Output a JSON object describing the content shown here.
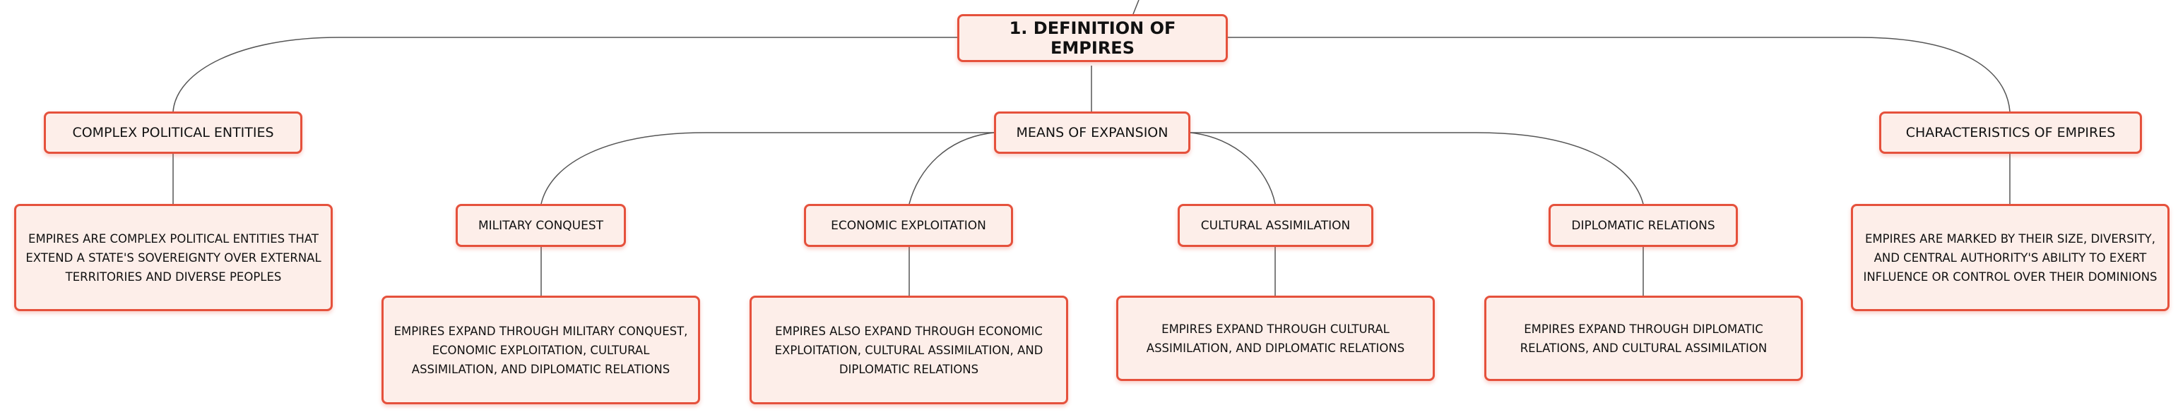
{
  "root": {
    "label": "1. DEFINITION OF EMPIRES"
  },
  "branches": {
    "complex": {
      "label": "COMPLEX POLITICAL ENTITIES",
      "detail": "EMPIRES ARE COMPLEX POLITICAL ENTITIES THAT EXTEND A STATE'S SOVEREIGNTY OVER EXTERNAL TERRITORIES AND DIVERSE PEOPLES"
    },
    "means": {
      "label": "MEANS OF EXPANSION",
      "children": [
        {
          "label": "MILITARY CONQUEST",
          "detail": "EMPIRES EXPAND THROUGH MILITARY CONQUEST, ECONOMIC EXPLOITATION, CULTURAL ASSIMILATION, AND DIPLOMATIC RELATIONS"
        },
        {
          "label": "ECONOMIC EXPLOITATION",
          "detail": "EMPIRES ALSO EXPAND THROUGH ECONOMIC EXPLOITATION, CULTURAL ASSIMILATION, AND DIPLOMATIC RELATIONS"
        },
        {
          "label": "CULTURAL ASSIMILATION",
          "detail": "EMPIRES EXPAND THROUGH CULTURAL ASSIMILATION, AND DIPLOMATIC RELATIONS"
        },
        {
          "label": "DIPLOMATIC RELATIONS",
          "detail": "EMPIRES EXPAND THROUGH DIPLOMATIC RELATIONS, AND CULTURAL ASSIMILATION"
        }
      ]
    },
    "characteristics": {
      "label": "CHARACTERISTICS OF EMPIRES",
      "detail": "EMPIRES ARE MARKED BY THEIR SIZE, DIVERSITY, AND CENTRAL AUTHORITY'S ABILITY TO EXERT INFLUENCE OR CONTROL OVER THEIR DOMINIONS"
    }
  },
  "colors": {
    "border": "#e5513c",
    "fill": "#fdeee9",
    "connector": "#555555",
    "text": "#111111"
  }
}
